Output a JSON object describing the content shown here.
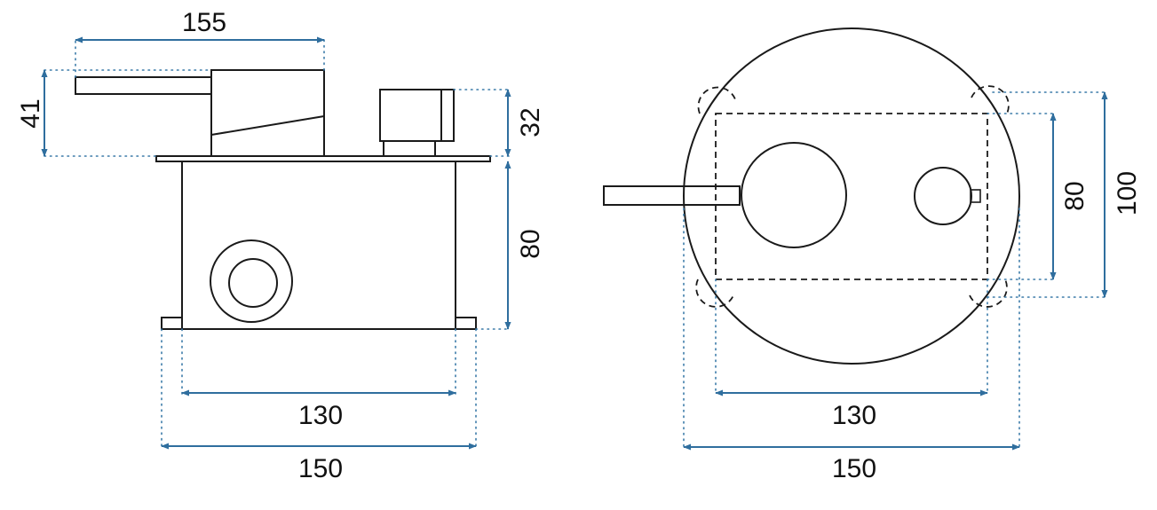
{
  "colors": {
    "outline": "#1a1a1a",
    "dimension": "#2f6e9e",
    "extension": "#3a7aa8",
    "background": "#ffffff"
  },
  "side_view": {
    "dim_top_width": "155",
    "dim_left_height": "41",
    "dim_right_upper_height": "32",
    "dim_right_lower_height": "80",
    "dim_bottom_inner_width": "130",
    "dim_bottom_outer_width": "150"
  },
  "front_view": {
    "dim_inner_height": "80",
    "dim_outer_height": "100",
    "dim_bottom_inner_width": "130",
    "dim_bottom_outer_width": "150"
  }
}
